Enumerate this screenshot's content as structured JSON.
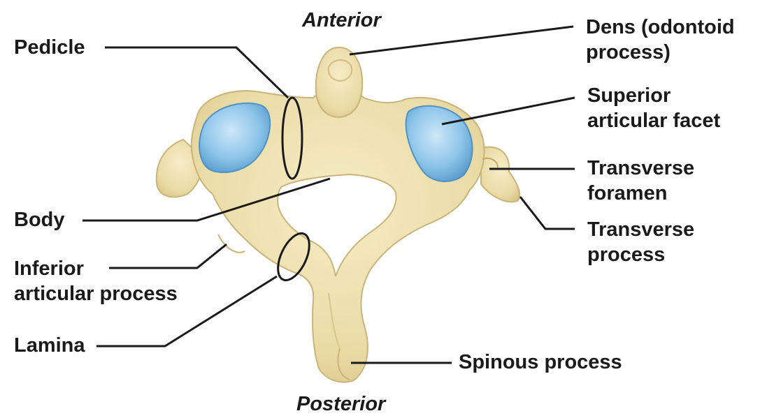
{
  "orientation": {
    "top": "Anterior",
    "bottom": "Posterior"
  },
  "labels": {
    "dens_1": "Dens (odontoid",
    "dens_2": "process)",
    "pedicle": "Pedicle",
    "superior_facet_1": "Superior",
    "superior_facet_2": "articular facet",
    "transverse_foramen_1": "Transverse",
    "transverse_foramen_2": "foramen",
    "body": "Body",
    "transverse_process_1": "Transverse",
    "transverse_process_2": "process",
    "inferior_articular_1": "Inferior",
    "inferior_articular_2": "articular process",
    "lamina": "Lamina",
    "spinous": "Spinous process"
  },
  "colors": {
    "bone": "#efe2b5",
    "bone_shadow": "#c9b47a",
    "facet": "#8fc6ea",
    "facet_dark": "#4f92c4",
    "line": "#1a1a1a"
  }
}
